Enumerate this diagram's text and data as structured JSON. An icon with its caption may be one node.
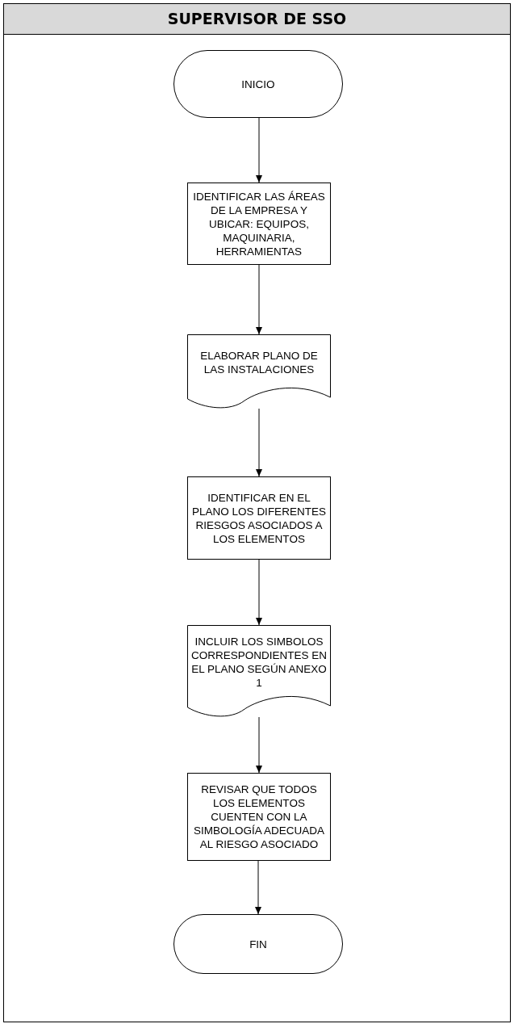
{
  "diagram": {
    "nodes": [
      {
        "text": [
          "SUPERVISOR DE SSO"
        ]
      },
      {
        "text": [
          "INICIO"
        ],
        "in": 0
      },
      {
        "text": [
          "IDENTIFICAR LAS ÁREAS DE LA EMPRESA Y UBICAR: EQUIPOS, MAQUINARIA, HERRAMIENTAS"
        ],
        "in": 0
      },
      {
        "text": [
          "ELABORAR PLANO DE LAS INSTALACIONES"
        ],
        "in": 0
      },
      {
        "text": [
          "IDENTIFICAR EN EL PLANO LOS DIFERENTES RIESGOS ASOCIADOS A LOS ELEMENTOS"
        ],
        "in": 0
      },
      {
        "text": [
          "INCLUIR LOS SIMBOLOS CORRESPONDIENTES EN EL PLANO SEGÚN ANEXO 1"
        ],
        "in": 0
      },
      {
        "text": [
          "REVISAR QUE TODOS LOS ELEMENTOS CUENTEN CON LA SIMBOLOGÍA ADECUADA AL RIESGO ASOCIADO"
        ],
        "in": 0
      },
      {
        "text": [
          "FIN"
        ],
        "in": 0
      }
    ],
    "edges": [
      {
        "from": 1,
        "to": 2,
        "arrow": "to"
      },
      {
        "from": 2,
        "to": 3,
        "arrow": "to"
      },
      {
        "from": 3,
        "to": 4,
        "arrow": "to"
      },
      {
        "from": 4,
        "to": 5,
        "arrow": "to"
      },
      {
        "from": 5,
        "to": 6,
        "arrow": "to"
      },
      {
        "from": 6,
        "to": 7,
        "arrow": "to"
      }
    ]
  }
}
